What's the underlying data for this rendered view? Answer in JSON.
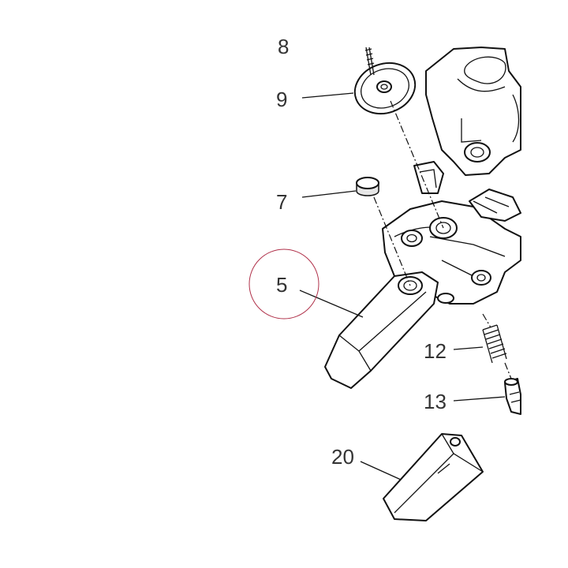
{
  "callouts": {
    "c8": "8",
    "c9": "9",
    "c7": "7",
    "c5": "5",
    "c12": "12",
    "c13": "13",
    "c20": "20"
  },
  "highlight": {
    "target": "5",
    "color": "#b0314a"
  },
  "line_color": "#111111"
}
